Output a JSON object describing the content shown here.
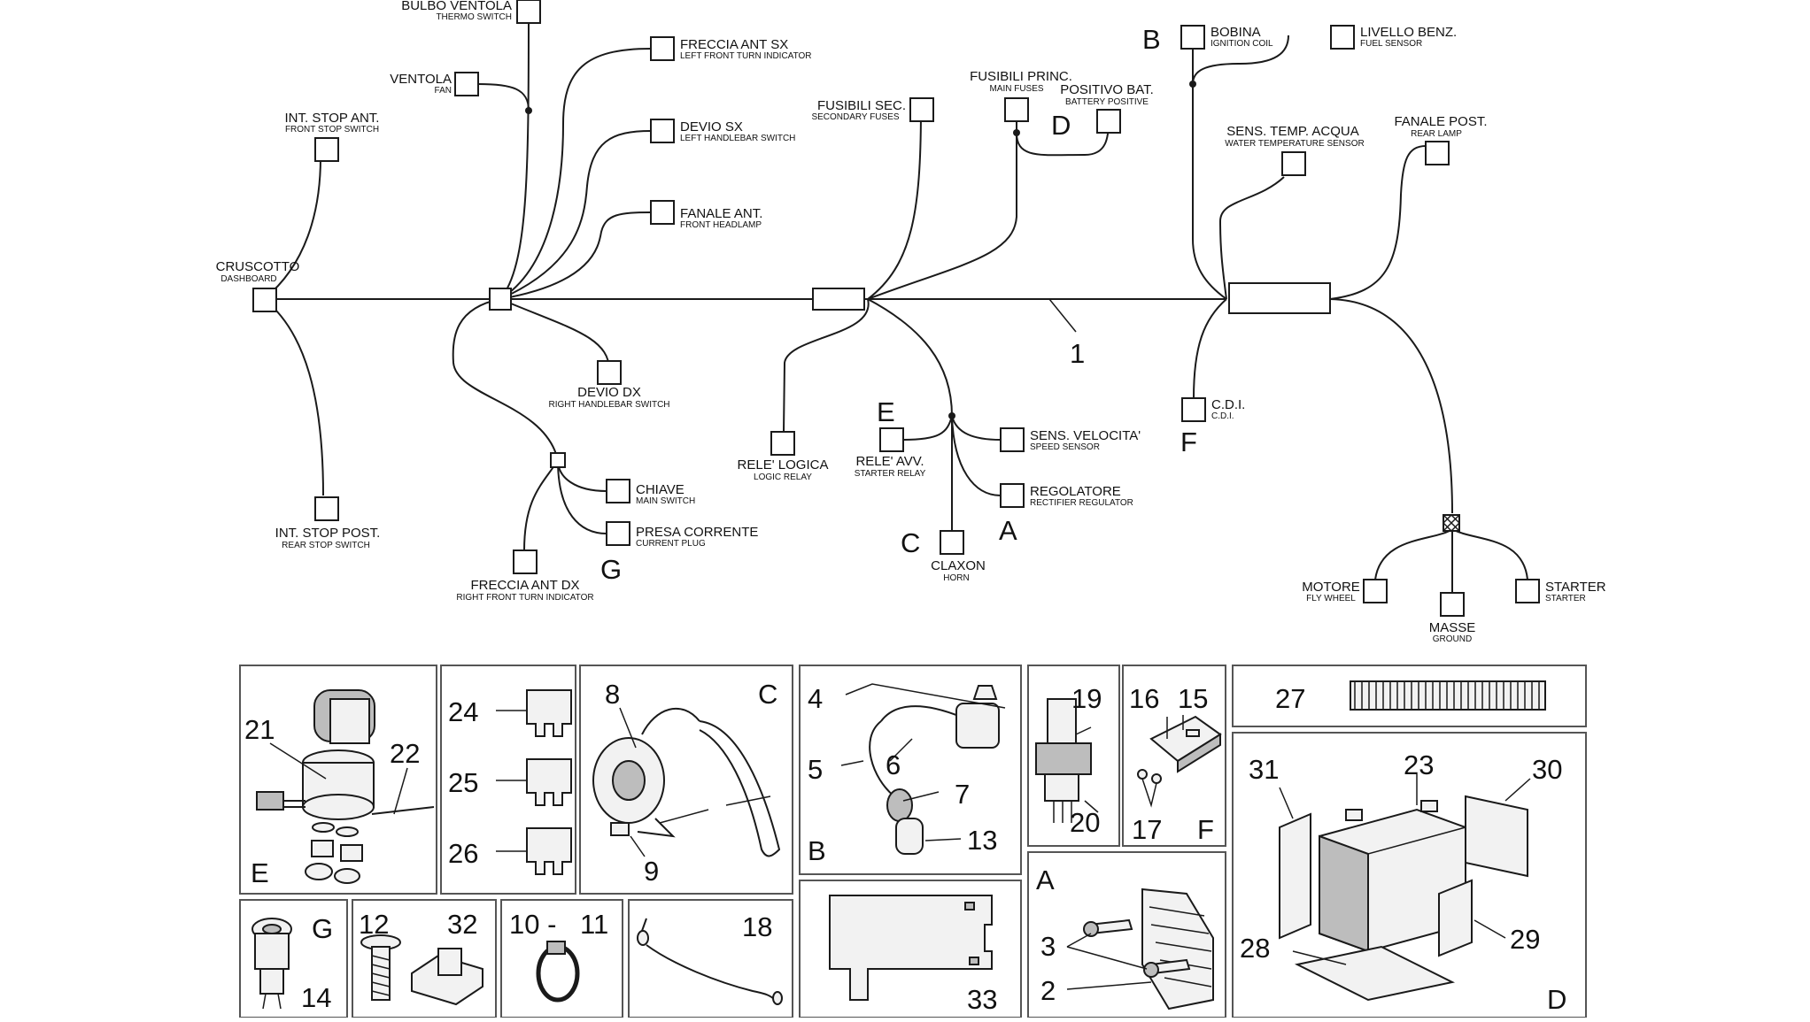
{
  "diagram": {
    "harness_ref": "1",
    "connectors": {
      "bulbo_ventola": {
        "it": "BULBO VENTOLA",
        "en": "THERMO SWITCH"
      },
      "ventola": {
        "it": "VENTOLA",
        "en": "FAN"
      },
      "freccia_ant_sx": {
        "it": "FRECCIA ANT SX",
        "en": "LEFT FRONT TURN INDICATOR"
      },
      "devio_sx": {
        "it": "DEVIO SX",
        "en": "LEFT HANDLEBAR SWITCH"
      },
      "fanale_ant": {
        "it": "FANALE ANT.",
        "en": "FRONT HEADLAMP"
      },
      "int_stop_ant": {
        "it": "INT. STOP ANT.",
        "en": "FRONT STOP SWITCH"
      },
      "cruscotto": {
        "it": "CRUSCOTTO",
        "en": "DASHBOARD"
      },
      "int_stop_post": {
        "it": "INT. STOP POST.",
        "en": "REAR STOP SWITCH"
      },
      "devio_dx": {
        "it": "DEVIO DX",
        "en": "RIGHT HANDLEBAR SWITCH"
      },
      "chiave": {
        "it": "CHIAVE",
        "en": "MAIN SWITCH"
      },
      "presa_corrente": {
        "it": "PRESA CORRENTE",
        "en": "CURRENT PLUG"
      },
      "freccia_ant_dx": {
        "it": "FRECCIA ANT DX",
        "en": "RIGHT FRONT TURN INDICATOR"
      },
      "fusibili_sec": {
        "it": "FUSIBILI SEC.",
        "en": "SECONDARY FUSES"
      },
      "fusibili_princ": {
        "it": "FUSIBILI PRINC.",
        "en": "MAIN FUSES"
      },
      "positivo_bat": {
        "it": "POSITIVO BAT.",
        "en": "BATTERY POSITIVE"
      },
      "rele_logica": {
        "it": "RELE' LOGICA",
        "en": "LOGIC RELAY"
      },
      "rele_avv": {
        "it": "RELE' AVV.",
        "en": "STARTER RELAY"
      },
      "sens_velocita": {
        "it": "SENS. VELOCITA'",
        "en": "SPEED SENSOR"
      },
      "regolatore": {
        "it": "REGOLATORE",
        "en": "RECTIFIER REGULATOR"
      },
      "claxon": {
        "it": "CLAXON",
        "en": "HORN"
      },
      "bobina": {
        "it": "BOBINA",
        "en": "IGNITION COIL"
      },
      "livello_benz": {
        "it": "LIVELLO BENZ.",
        "en": "FUEL SENSOR"
      },
      "sens_temp_acqua": {
        "it": "SENS. TEMP. ACQUA",
        "en": "WATER TEMPERATURE SENSOR"
      },
      "fanale_post": {
        "it": "FANALE POST.",
        "en": "REAR LAMP"
      },
      "cdi": {
        "it": "C.D.I.",
        "en": "C.D.I."
      },
      "motore": {
        "it": "MOTORE",
        "en": "FLY WHEEL"
      },
      "masse": {
        "it": "MASSE",
        "en": "GROUND"
      },
      "starter": {
        "it": "STARTER",
        "en": "STARTER"
      }
    },
    "letters": {
      "a": "A",
      "b": "B",
      "c": "C",
      "d": "D",
      "e": "E",
      "f": "F",
      "g": "G"
    }
  },
  "parts": {
    "panel_e": {
      "letter": "E",
      "n21": "21",
      "n22": "22"
    },
    "panel_fuses": {
      "n24": "24",
      "n25": "25",
      "n26": "26"
    },
    "panel_c": {
      "letter": "C",
      "n8": "8",
      "n9": "9"
    },
    "panel_b": {
      "letter": "B",
      "n4": "4",
      "n5": "5",
      "n6": "6",
      "n7": "7",
      "n13": "13"
    },
    "panel_relay": {
      "n19": "19",
      "n20": "20"
    },
    "panel_f": {
      "letter": "F",
      "n15": "15",
      "n16": "16",
      "n17": "17"
    },
    "panel_27": {
      "n27": "27"
    },
    "panel_d": {
      "letter": "D",
      "n23": "23",
      "n28": "28",
      "n29": "29",
      "n30": "30",
      "n31": "31"
    },
    "panel_a": {
      "letter": "A",
      "n2": "2",
      "n3": "3"
    },
    "panel_33": {
      "n33": "33"
    },
    "panel_g": {
      "letter": "G",
      "n14": "14"
    },
    "panel_12": {
      "n12": "12",
      "n32": "32"
    },
    "panel_10": {
      "n10": "10 -",
      "n11": "11"
    },
    "panel_18": {
      "n18": "18"
    }
  }
}
